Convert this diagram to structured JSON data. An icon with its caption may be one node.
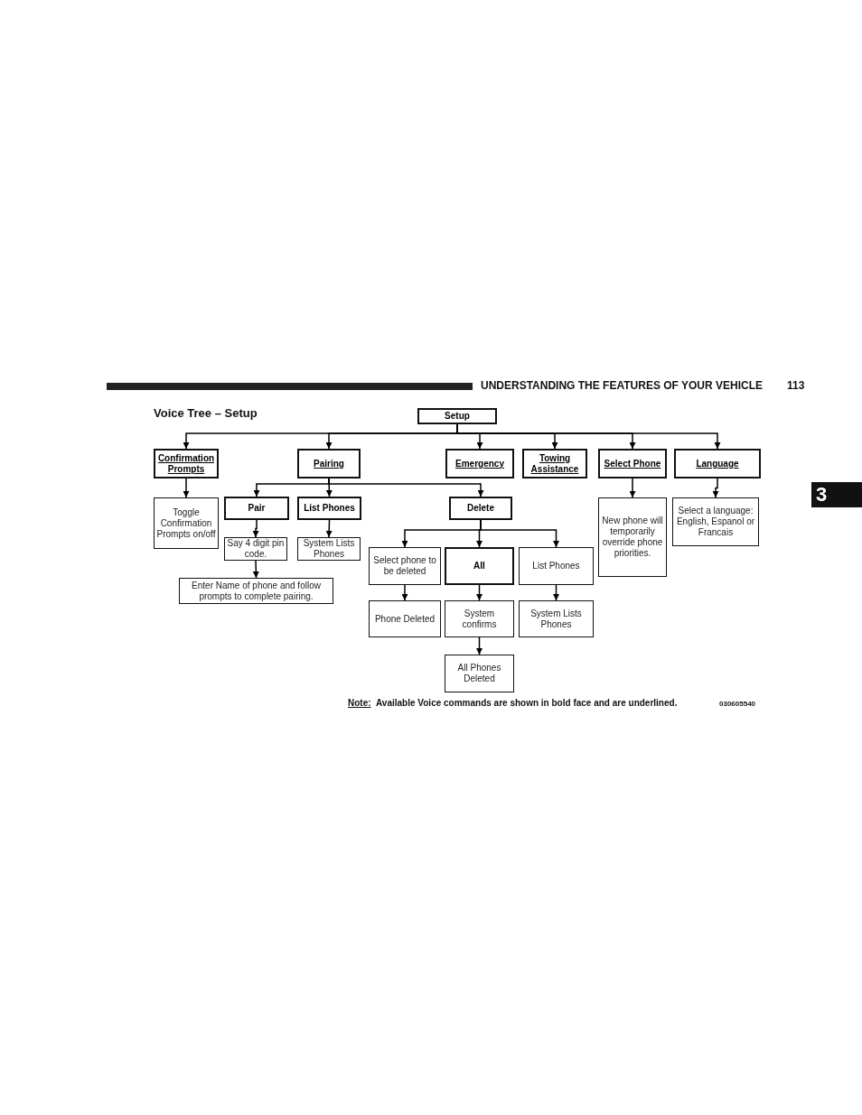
{
  "diagram": {
    "title": "Voice Tree – Setup",
    "nodes": [
      {
        "text": [
          "Setup"
        ]
      },
      {
        "text": [
          "Confirmation Prompts"
        ]
      },
      {
        "text": [
          "Pairing"
        ]
      },
      {
        "text": [
          "Emergency"
        ]
      },
      {
        "text": [
          "Towing Assistance"
        ]
      },
      {
        "text": [
          "Select Phone"
        ]
      },
      {
        "text": [
          "Language"
        ]
      },
      {
        "text": [
          "Toggle Confirmation Prompts on/off"
        ]
      },
      {
        "text": [
          "Pair"
        ]
      },
      {
        "text": [
          "List Phones"
        ]
      },
      {
        "text": [
          "Delete"
        ]
      },
      {
        "text": [
          "New phone will temporarily override phone priorities."
        ]
      },
      {
        "text": [
          "Select a language: English, Espanol or Francais"
        ]
      },
      {
        "text": [
          "Say 4 digit pin code."
        ]
      },
      {
        "text": [
          "System Lists Phones"
        ]
      },
      {
        "text": [
          "Enter Name of phone and follow prompts to complete pairing."
        ]
      },
      {
        "text": [
          "Select phone to be deleted"
        ]
      },
      {
        "text": [
          "All"
        ]
      },
      {
        "text": [
          "List Phones"
        ]
      },
      {
        "text": [
          "Phone Deleted"
        ]
      },
      {
        "text": [
          "System confirms"
        ]
      },
      {
        "text": [
          "System Lists Phones"
        ]
      },
      {
        "text": [
          "All Phones Deleted"
        ]
      }
    ],
    "edges": [
      {
        "from": 0,
        "to": 1,
        "arrow": "to"
      },
      {
        "from": 0,
        "to": 2,
        "arrow": "to"
      },
      {
        "from": 0,
        "to": 3,
        "arrow": "to"
      },
      {
        "from": 0,
        "to": 4,
        "arrow": "to"
      },
      {
        "from": 0,
        "to": 5,
        "arrow": "to"
      },
      {
        "from": 0,
        "to": 6,
        "arrow": "to"
      },
      {
        "from": 1,
        "to": 7,
        "arrow": "to"
      },
      {
        "from": 2,
        "to": 8,
        "arrow": "to"
      },
      {
        "from": 2,
        "to": 9,
        "arrow": "to"
      },
      {
        "from": 2,
        "to": 10,
        "arrow": "to"
      },
      {
        "from": 5,
        "to": 11,
        "arrow": "to"
      },
      {
        "from": 6,
        "to": 12,
        "arrow": "to"
      },
      {
        "from": 8,
        "to": 13,
        "arrow": "to"
      },
      {
        "from": 9,
        "to": 14,
        "arrow": "to"
      },
      {
        "from": 13,
        "to": 15,
        "arrow": "to"
      },
      {
        "from": 10,
        "to": 16,
        "arrow": "to"
      },
      {
        "from": 10,
        "to": 17,
        "arrow": "to"
      },
      {
        "from": 10,
        "to": 18,
        "arrow": "to"
      },
      {
        "from": 16,
        "to": 19,
        "arrow": "to"
      },
      {
        "from": 17,
        "to": 20,
        "arrow": "to"
      },
      {
        "from": 18,
        "to": 21,
        "arrow": "to"
      },
      {
        "from": 20,
        "to": 22,
        "arrow": "to"
      }
    ],
    "labels": [
      "UNDERSTANDING THE FEATURES OF YOUR VEHICLE",
      "113",
      "3",
      "Note:",
      "Available Voice commands are shown in bold face and are underlined.",
      "030605540"
    ]
  }
}
